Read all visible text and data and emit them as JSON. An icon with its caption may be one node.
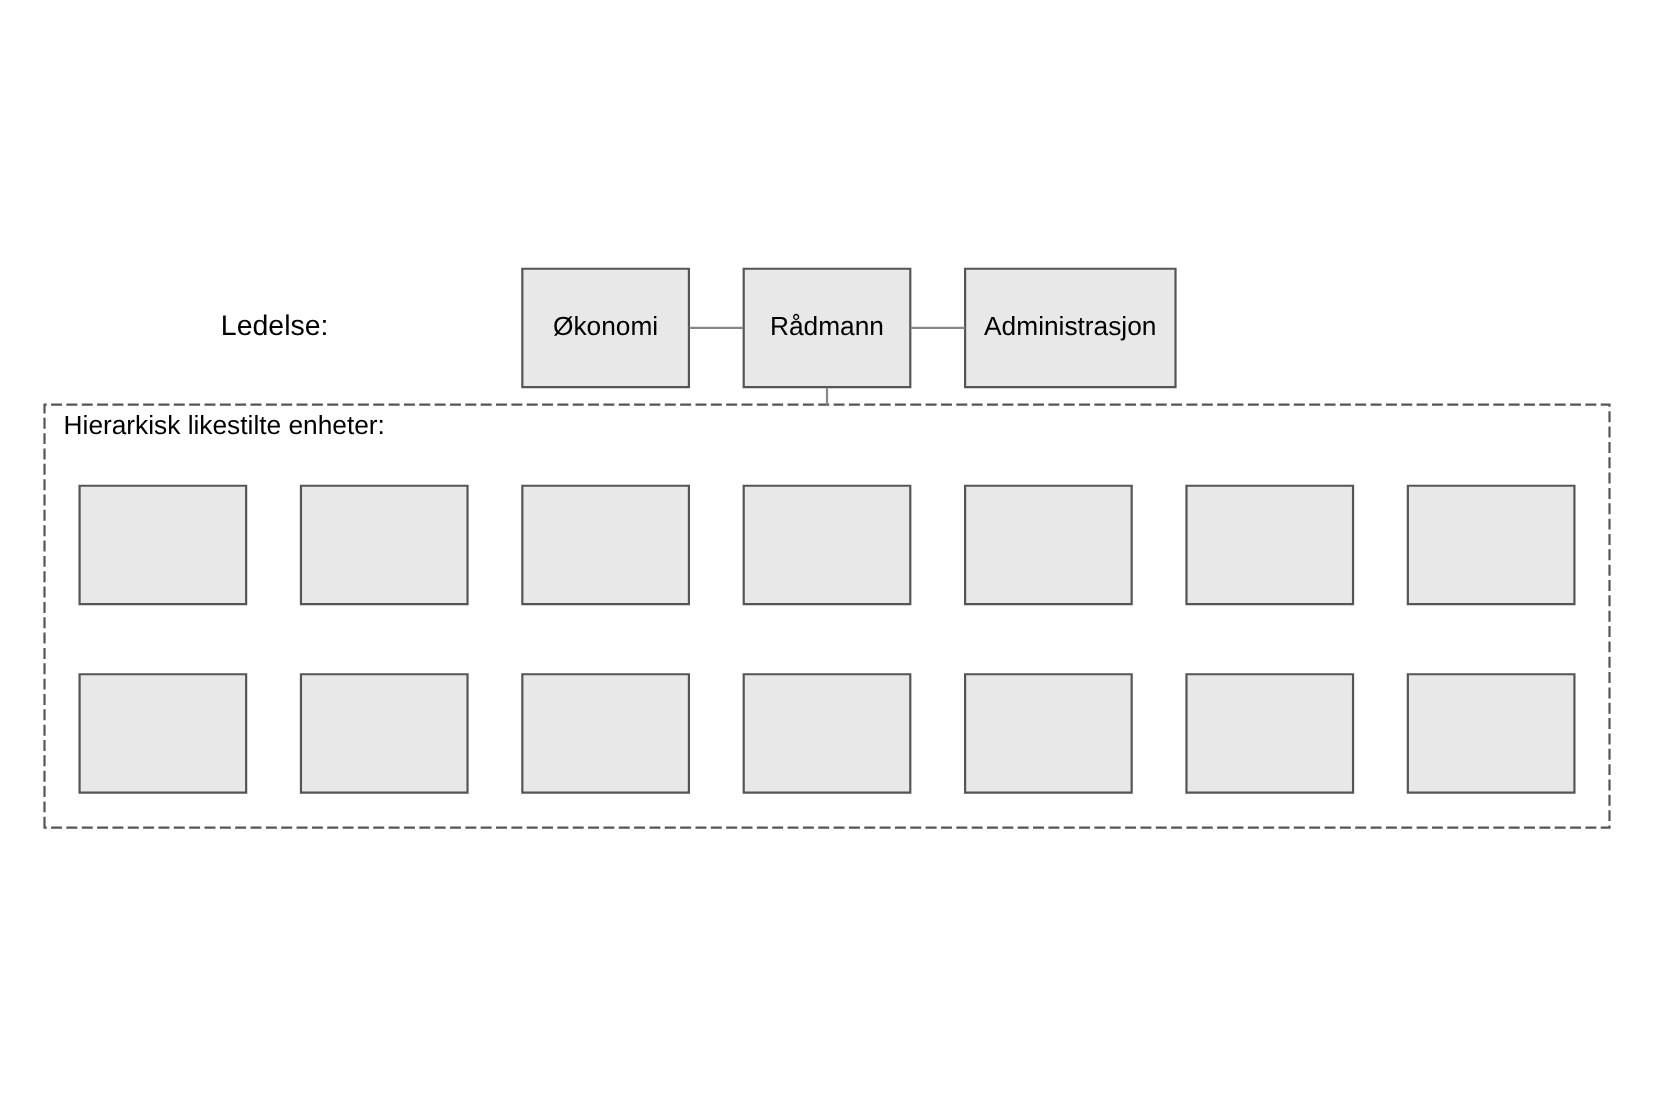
{
  "diagram": {
    "nodes": [
      {
        "text": [
          "Rådmann"
        ]
      },
      {
        "text": [
          "Økonomi"
        ]
      },
      {
        "text": [
          "Administrasjon"
        ]
      },
      {
        "text": [
          "Hierarkisk likestilte enheter:"
        ]
      },
      {
        "text": [],
        "shape": "box",
        "in": 3
      },
      {
        "text": [],
        "shape": "box",
        "in": 3
      },
      {
        "text": [],
        "shape": "box",
        "in": 3
      },
      {
        "text": [],
        "shape": "box",
        "in": 3
      },
      {
        "text": [],
        "shape": "box",
        "in": 3
      },
      {
        "text": [],
        "shape": "box",
        "in": 3
      },
      {
        "text": [],
        "shape": "box",
        "in": 3
      },
      {
        "text": [],
        "shape": "box",
        "in": 3
      },
      {
        "text": [],
        "shape": "box",
        "in": 3
      },
      {
        "text": [],
        "shape": "box",
        "in": 3
      },
      {
        "text": [],
        "shape": "box",
        "in": 3
      },
      {
        "text": [],
        "shape": "box",
        "in": 3
      },
      {
        "text": [],
        "shape": "box",
        "in": 3
      },
      {
        "text": [],
        "shape": "box",
        "in": 3
      }
    ],
    "edges": [
      {
        "from": 1,
        "to": 0,
        "arrow": "none"
      },
      {
        "from": 0,
        "to": 2,
        "arrow": "none"
      },
      {
        "from": 0,
        "to": 3,
        "arrow": "none"
      }
    ],
    "labels": [
      "Ledelse:"
    ]
  }
}
